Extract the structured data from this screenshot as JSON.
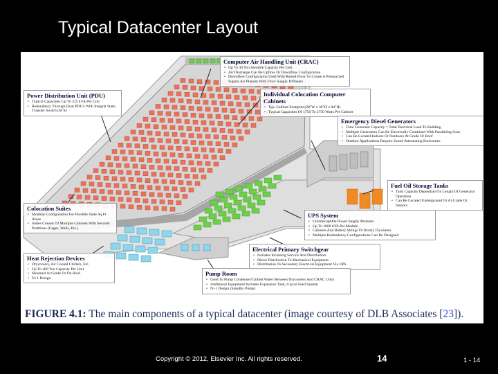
{
  "slide": {
    "title": "Typical Datacenter Layout",
    "copyright": "Copyright © 2012, Elsevier Inc. All rights reserved.",
    "slide_number": "14",
    "page_label": "1 - 14"
  },
  "figure": {
    "caption_label": "FIGURE 4.1:",
    "caption_text": " The main components of a typical datacenter (image courtesy of DLB Associates [",
    "caption_ref": "23",
    "caption_end": "]).",
    "callouts": [
      {
        "id": "crac",
        "heading": "Computer Air Handling Unit (CRAC)",
        "items": [
          "Up To 30 Ton Sensible Capacity Per Unit",
          "Air Discharge Can Be Upflow Or Downflow Configuration",
          "Downflow Configuration Used With Raised Floor To Create A Pressurized Supply Air Plenum With Floor Supply Diffusers"
        ]
      },
      {
        "id": "pdu",
        "heading": "Power Distribution Unit (PDU)",
        "items": [
          "Typical Capacities Up To 225 kVA Per Unit",
          "Redundancy Through Dual PDU's With Integral Static Transfer Switch (STS)"
        ]
      },
      {
        "id": "cabinets",
        "heading": "Individual Colocation Computer Cabinets",
        "items": [
          "Typ. Cabinet Footprint (28\"W x 36\"D x 84\"H)",
          "Typical Capacities Of 1750 To 3750 Watts Per Cabinet"
        ]
      },
      {
        "id": "generators",
        "heading": "Emergency Diesel Generators",
        "items": [
          "Total Generator Capacity = Total Electrical Load To Building",
          "Multiple Generators Can Be Electrically Combined With Paralleling Gear",
          "Can Be Located Indoors Or Outdoors At Grade Or Roof",
          "Outdoor Applications Require Sound Attenuating Enclosures"
        ]
      },
      {
        "id": "fuel",
        "heading": "Fuel Oil Storage Tanks",
        "items": [
          "Tank Capacity Dependant On Length Of Generator Operation",
          "Can Be Located Underground Or At Grade Or Indoors"
        ]
      },
      {
        "id": "colocation",
        "heading": "Colocation Suites",
        "items": [
          "Modular Configuration For Flexible Suite Sq.Ft. Areas",
          "Suites Consist Of Multiple Cabinets With Secured Partitions (Cages, Walls, Etc.)"
        ]
      },
      {
        "id": "ups",
        "heading": "UPS System",
        "items": [
          "Uninterruptible Power Supply Modules",
          "Up To 1000 kVA Per Module",
          "Cabinets And Battery Strings Or Rotary Flywheels",
          "Multiple Redundancy Configurations Can Be Designed"
        ]
      },
      {
        "id": "switchgear",
        "heading": "Electrical Primary Switchgear",
        "items": [
          "Includes Incoming Service And Distribution",
          "Direct Distribution To Mechanical Equipment",
          "Distribution To Secondary Electrical Equipment Via UPS"
        ]
      },
      {
        "id": "pump",
        "heading": "Pump Room",
        "items": [
          "Used To Pump Condenser/Chilled Water Between Drycoolers And CRAC Units",
          "Additional Equipment Includes Expansion Tank, Glycol Feed System",
          "N+1 Design (Standby Pump)"
        ]
      },
      {
        "id": "heat",
        "heading": "Heat Rejection Devices",
        "items": [
          "Drycoolers, Air Cooled Chillers, Etc.",
          "Up To 400 Ton Capacity Per Unit",
          "Mounted At Grade Or On Roof",
          "N+1 Design"
        ]
      }
    ],
    "colors": {
      "cabinet": "#e8735a",
      "cabinet_dark": "#c0503a",
      "ups": "#6fcf4a",
      "ups_dark": "#3c9a28",
      "tank": "#f08a24",
      "floor": "#d9d9d9",
      "wall": "#a8a8a8",
      "cooler": "#8fd6ec",
      "callout_heading": "#0a0a3a"
    }
  }
}
